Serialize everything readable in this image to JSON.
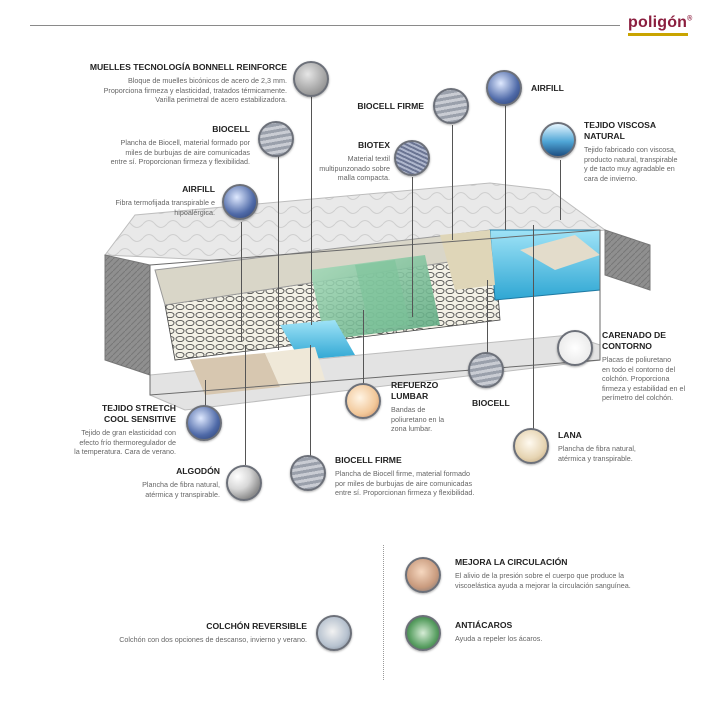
{
  "brand": {
    "logo_text": "poligón",
    "registered": "®",
    "accent_color": "#8b1e3f",
    "underline_color": "#c9a400"
  },
  "features": {
    "muelles": {
      "title": "MUELLES TECNOLOGÍA BONNELL REINFORCE",
      "desc1": "Bloque de muelles bicónicos de acero de 2,3 mm.",
      "desc2": "Proporciona firmeza y elasticidad, tratados térmicamente.",
      "desc3": "Varilla perimetral de acero estabilizadora.",
      "icon": "spring-icon"
    },
    "biocell_left": {
      "title": "BIOCELL",
      "desc1": "Plancha de Biocell, material formado por",
      "desc2": "miles de burbujas de aire comunicadas",
      "desc3": "entre sí. Proporcionan firmeza y flexibilidad.",
      "icon": "biocell-icon"
    },
    "airfill_left": {
      "title": "AIRFILL",
      "desc1": "Fibra termofijada transpirable e",
      "desc2": "hipoalérgica.",
      "icon": "airfill-icon"
    },
    "biocell_firme_top": {
      "title": "BIOCELL FIRME",
      "icon": "biocell-firme-icon"
    },
    "biotex": {
      "title": "BIOTEX",
      "desc1": "Material textil",
      "desc2": "multipunzonado sobre",
      "desc3": "malla compacta.",
      "icon": "biotex-icon"
    },
    "airfill_right": {
      "title": "AIRFILL",
      "icon": "airfill-icon"
    },
    "viscosa": {
      "title1": "TEJIDO VISCOSA",
      "title2": "NATURAL",
      "desc1": "Tejido fabricado con viscosa,",
      "desc2": "producto natural, transpirable",
      "desc3": "y de tacto muy agradable en",
      "desc4": "cara de invierno.",
      "icon": "viscosa-icon"
    },
    "carenado": {
      "title1": "CARENADO DE",
      "title2": "CONTORNO",
      "desc1": "Placas de poliuretano",
      "desc2": "en todo el contorno del",
      "desc3": "colchón. Proporciona",
      "desc4": "firmeza y estabilidad en el",
      "desc5": "perímetro del colchón.",
      "icon": "contour-icon"
    },
    "refuerzo": {
      "title1": "REFUERZO",
      "title2": "LUMBAR",
      "desc1": "Bandas de",
      "desc2": "poliuretano en la",
      "desc3": "zona lumbar.",
      "icon": "lumbar-icon"
    },
    "biocell_right": {
      "title": "BIOCELL",
      "icon": "biocell-icon"
    },
    "lana": {
      "title": "LANA",
      "desc1": "Plancha de fibra natural,",
      "desc2": "atérmica y transpirable.",
      "icon": "wool-icon"
    },
    "stretch": {
      "title1": "TEJIDO STRETCH",
      "title2": "COOL SENSITIVE",
      "desc1": "Tejido de gran elasticidad con",
      "desc2": "efecto frío thermoregulador de",
      "desc3": "la temperatura. Cara de verano.",
      "icon": "stretch-icon"
    },
    "algodon": {
      "title": "ALGODÓN",
      "desc1": "Plancha de fibra natural,",
      "desc2": "atérmica y transpirable.",
      "icon": "cotton-icon"
    },
    "biocell_firme_bottom": {
      "title": "BIOCELL FIRME",
      "desc1": "Plancha de Biocell firme, material formado",
      "desc2": "por miles de burbujas de aire comunicadas",
      "desc3": "entre sí. Proporcionan firmeza y flexibilidad.",
      "icon": "biocell-firme-icon"
    }
  },
  "benefits": {
    "circulacion": {
      "title": "MEJORA LA CIRCULACIÓN",
      "desc1": "El alivio de la presión sobre el cuerpo que produce la",
      "desc2": "viscoelástica ayuda a mejorar la circulación sanguínea.",
      "icon": "circulation-icon"
    },
    "antiacaros": {
      "title": "ANTIÁCAROS",
      "desc1": "Ayuda a repeler los ácaros.",
      "icon": "anti-mite-icon"
    },
    "reversible": {
      "title": "COLCHÓN REVERSIBLE",
      "desc1": "Colchón con dos opciones de descanso, invierno y verano.",
      "icon": "reversible-icon"
    }
  }
}
